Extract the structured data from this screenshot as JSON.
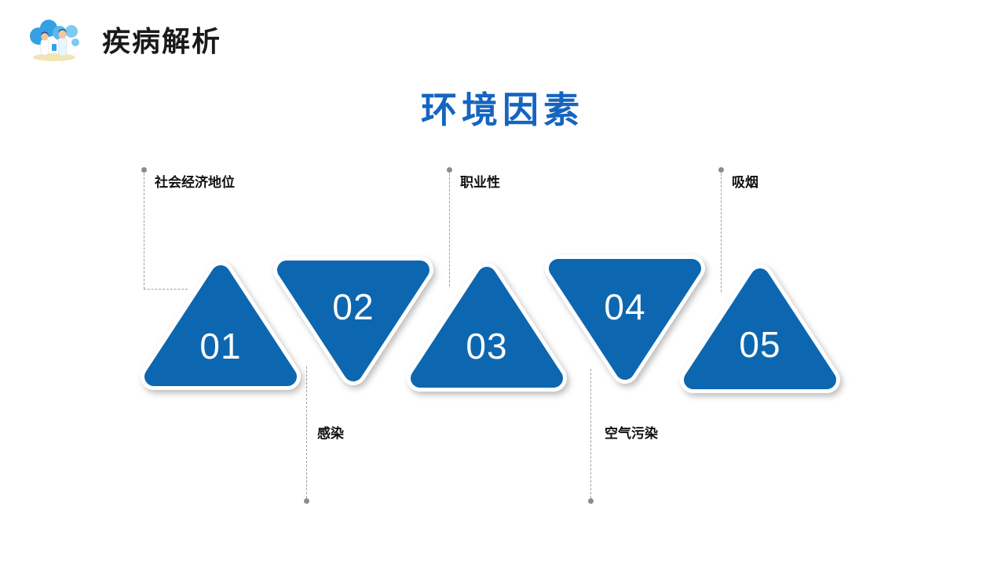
{
  "header": {
    "title": "疾病解析",
    "icon": "medical-illustration-icon"
  },
  "slide": {
    "title": "环境因素"
  },
  "items": [
    {
      "number": "01",
      "label": "社会经济地位",
      "shape": "triangle-up",
      "label_position": "top"
    },
    {
      "number": "02",
      "label": "感染",
      "shape": "triangle-down",
      "label_position": "bottom"
    },
    {
      "number": "03",
      "label": "职业性",
      "shape": "triangle-up",
      "label_position": "top"
    },
    {
      "number": "04",
      "label": "空气污染",
      "shape": "triangle-down",
      "label_position": "bottom"
    },
    {
      "number": "05",
      "label": "吸烟",
      "shape": "triangle-up",
      "label_position": "top"
    }
  ],
  "colors": {
    "triangle_blue": "#0c67b0",
    "title_blue": "#1565c0",
    "number_white": "#ffffff",
    "leader_gray": "#9aa0a6",
    "header_text": "#1a1a1a"
  }
}
